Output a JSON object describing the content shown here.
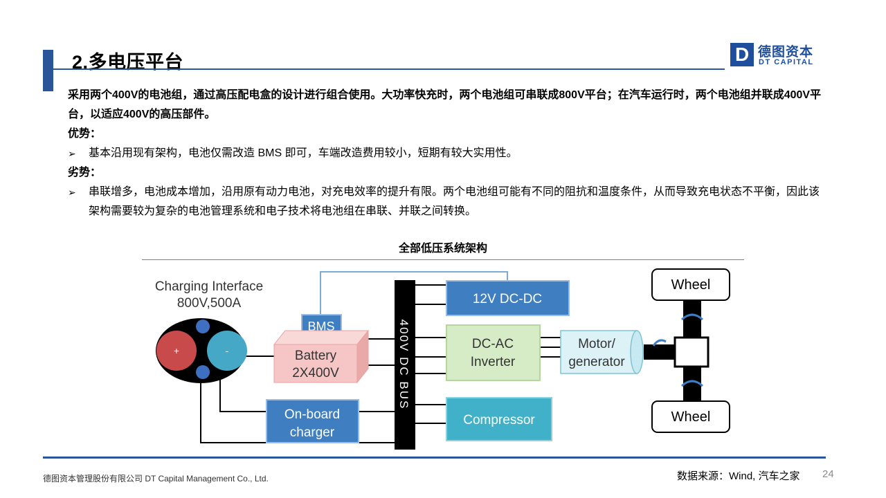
{
  "header": {
    "title": "2.多电压平台",
    "logo_cn": "德图资本",
    "logo_en": "DT CAPITAL",
    "logo_letter": "D"
  },
  "content": {
    "intro": "采用两个400V的电池组，通过高压配电盒的设计进行组合使用。大功率快充时，两个电池组可串联成800V平台；在汽车运行时，两个电池组并联成400V平台，以适应400V的高压部件。",
    "advantages_heading": "优势：",
    "advantages_text": "基本沿用现有架构，电池仅需改造 BMS 即可，车端改造费用较小，短期有较大实用性。",
    "disadvantages_heading": "劣势：",
    "disadvantages_text": "串联增多，电池成本增加，沿用原有动力电池，对充电效率的提升有限。两个电池组可能有不同的阻抗和温度条件，从而导致充电状态不平衡，因此该架构需要较为复杂的电池管理系统和电子技术将电池组在串联、并联之间转换。",
    "bullet_symbol": "➢"
  },
  "diagram": {
    "title": "全部低压系统架构",
    "charging_label_line1": "Charging Interface",
    "charging_label_line2": "800V,500A",
    "plus": "+",
    "minus": "-",
    "bms": "BMS",
    "battery_line1": "Battery",
    "battery_line2": "2X400V",
    "bus": "400V DC BUS",
    "dcdc": "12V DC-DC",
    "inverter_line1": "DC-AC",
    "inverter_line2": "Inverter",
    "motor_line1": "Motor/",
    "motor_line2": "generator",
    "wheel_top": "Wheel",
    "wheel_bottom": "Wheel",
    "charger_line1": "On-board",
    "charger_line2": "charger",
    "compressor": "Compressor",
    "colors": {
      "blue_box": "#3f7fc1",
      "green_box": "#d6ecc6",
      "cyan_box": "#41b1c9",
      "battery": "#f6c6c6",
      "plus_circle": "#c84a4a",
      "minus_circle": "#45a8c6",
      "pin": "#3f6fc0"
    }
  },
  "footer": {
    "company": "德图资本管理股份有限公司  DT Capital  Management  Co., Ltd.",
    "source": "数据来源：Wind, 汽车之家",
    "page": "24"
  }
}
